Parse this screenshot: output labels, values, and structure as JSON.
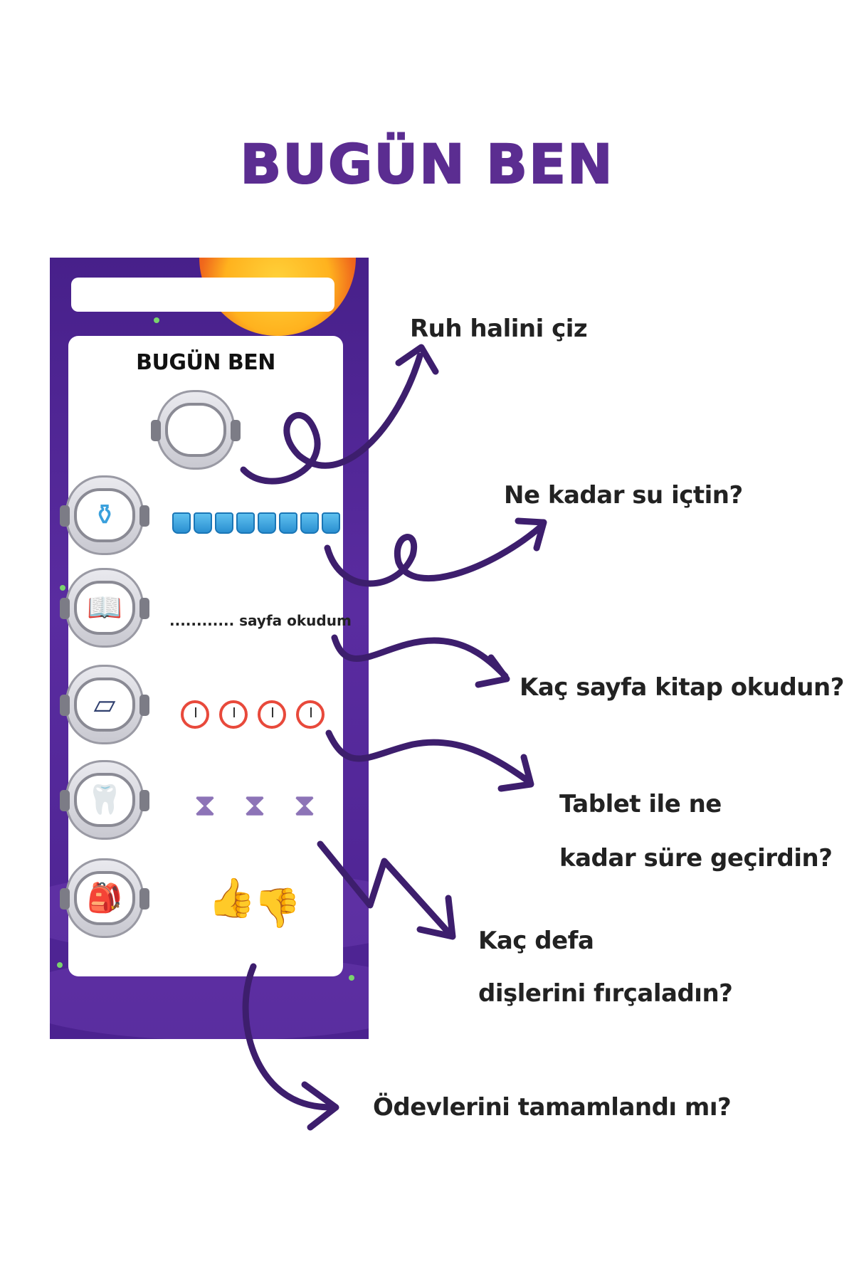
{
  "title": "BUGÜN BEN",
  "card": {
    "title": "BUGÜN BEN",
    "pages_text": "............ sayfa okudum",
    "water_cups": 8,
    "clocks": 4,
    "hourglasses": 3,
    "icons": [
      "helmet-empty-icon",
      "water-jug-icon",
      "open-book-icon",
      "tablet-icon",
      "tooth-brushing-icon",
      "backpack-icon"
    ]
  },
  "labels": {
    "mood": "Ruh halini çiz",
    "water": "Ne kadar su içtin?",
    "book": "Kaç sayfa kitap okudun?",
    "tablet_line1": "Tablet ile ne",
    "tablet_line2": "kadar süre geçirdin?",
    "teeth_line1": "Kaç defa",
    "teeth_line2": "dişlerini fırçaladın?",
    "homework": "Ödevlerini tamamlandı mı?"
  },
  "colors": {
    "title": "#5b2d91",
    "card_background": "#4b2290",
    "arrow": "#3d1e6d"
  }
}
